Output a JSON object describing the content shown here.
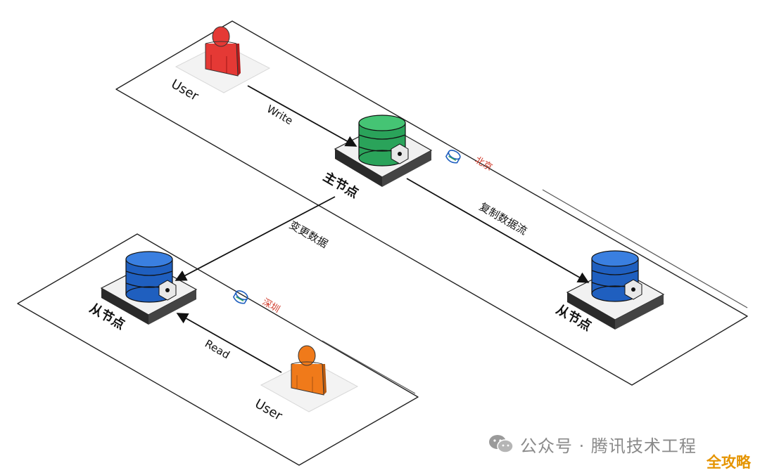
{
  "diagram": {
    "nodes": {
      "user_top": {
        "label": "User"
      },
      "primary": {
        "label": "主节点"
      },
      "replica_bj": {
        "label": "从节点"
      },
      "replica_sz": {
        "label": "从节点"
      },
      "user_bottom": {
        "label": "User"
      }
    },
    "regions": {
      "beijing": {
        "label": "北京"
      },
      "shenzhen": {
        "label": "深圳"
      }
    },
    "edges": {
      "write": {
        "label": "Write"
      },
      "replicate": {
        "label": "复制数据流"
      },
      "change": {
        "label": "变更数据"
      },
      "read": {
        "label": "Read"
      }
    },
    "colors": {
      "primary_db": "#2aa35a",
      "replica_db": "#1f5fbf",
      "user_top": "#e53935",
      "user_bottom": "#f07a1a",
      "region_tag": "#d03a2a"
    }
  },
  "watermark": {
    "icon": "wechat-icon",
    "text": "公众号 · 腾讯技术工程"
  },
  "brand": {
    "text": "全攻略"
  }
}
